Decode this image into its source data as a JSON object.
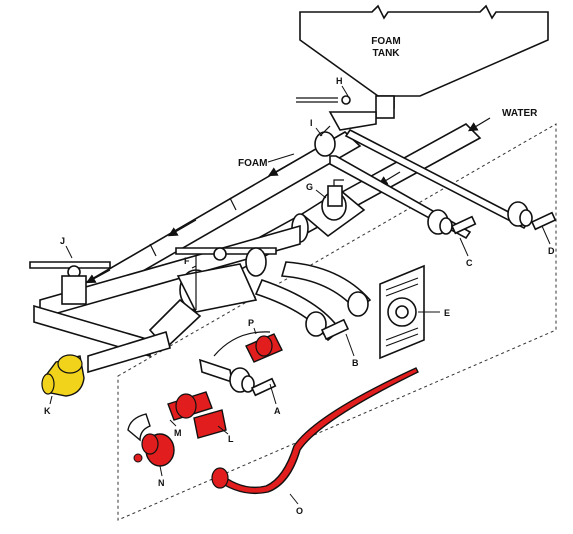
{
  "tank_label_line1": "FOAM",
  "tank_label_line2": "TANK",
  "foam_label": "FOAM",
  "water_label": "WATER",
  "parts": [
    "A",
    "B",
    "C",
    "D",
    "E",
    "F",
    "G",
    "H",
    "I",
    "J",
    "K",
    "L",
    "M",
    "N",
    "O",
    "P"
  ],
  "colors": {
    "line": "#111111",
    "highlight_red": "#e11d1d",
    "highlight_yellow": "#f2d31b",
    "background": "#ffffff"
  }
}
